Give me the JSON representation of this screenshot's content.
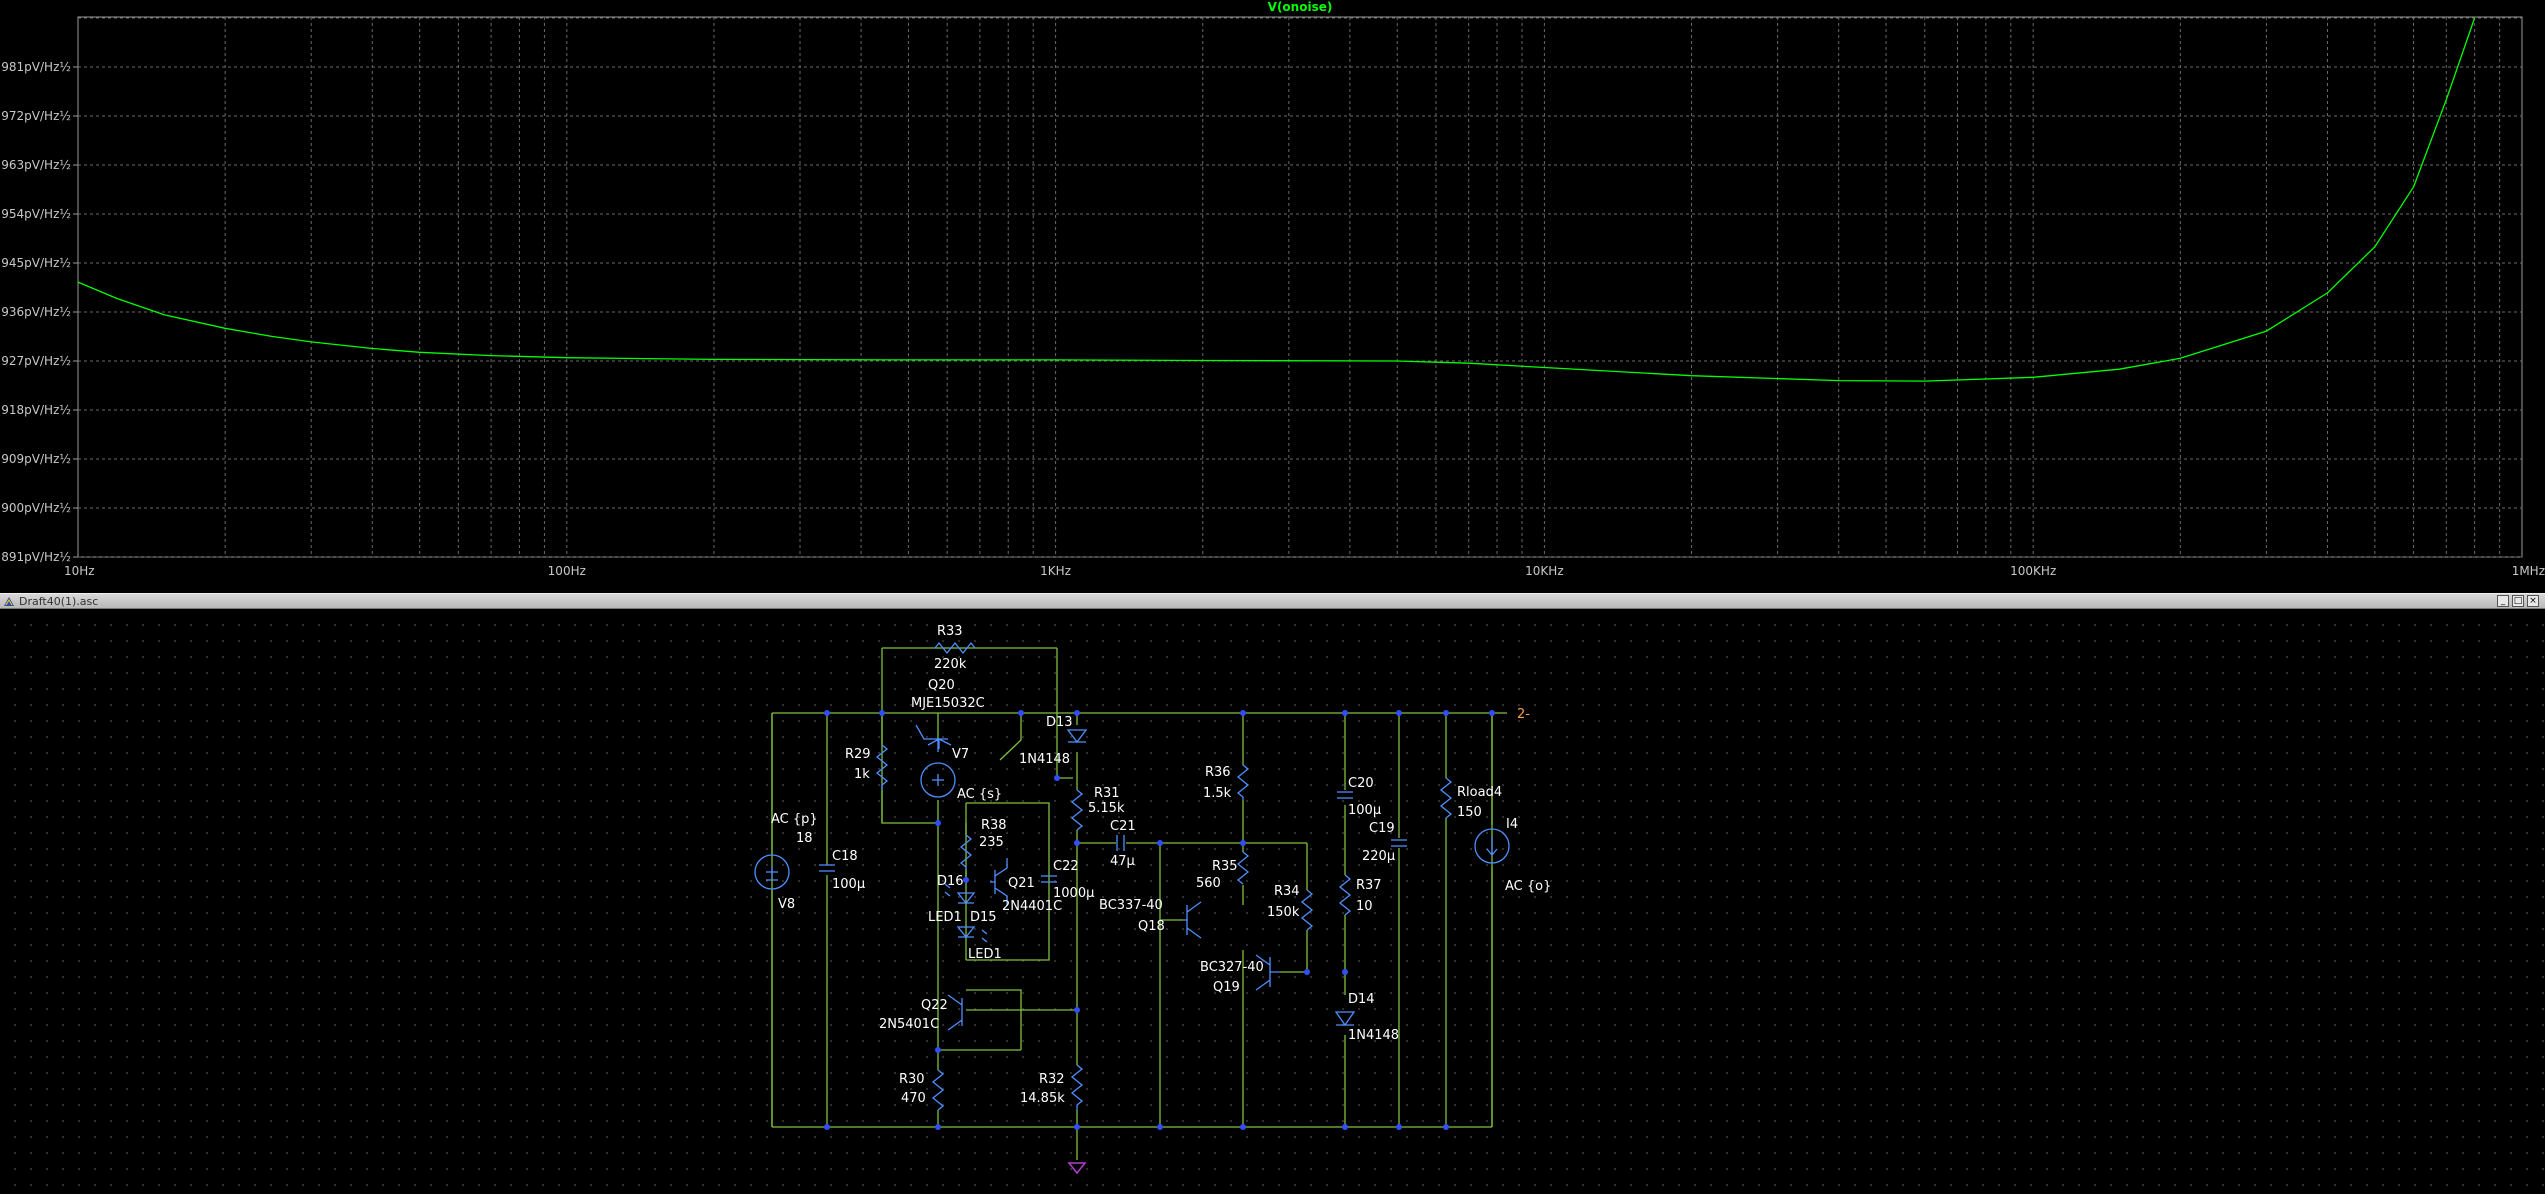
{
  "plot": {
    "trace_label": "V(onoise)",
    "y_ticks": [
      "981pV/Hz½",
      "972pV/Hz½",
      "963pV/Hz½",
      "954pV/Hz½",
      "945pV/Hz½",
      "936pV/Hz½",
      "927pV/Hz½",
      "918pV/Hz½",
      "909pV/Hz½",
      "900pV/Hz½",
      "891pV/Hz½"
    ],
    "x_ticks": [
      "10Hz",
      "100Hz",
      "1KHz",
      "10KHz",
      "100KHz",
      "1MHz"
    ],
    "colors": {
      "trace": "#00ff00",
      "grid": "#6a6a6a",
      "axis": "#9a9a9a",
      "text": "#c8c8c8"
    }
  },
  "chart_data": {
    "type": "line",
    "title": "V(onoise)",
    "xlabel": "",
    "ylabel": "",
    "x_scale": "log",
    "xlim": [
      10,
      1000000
    ],
    "ylim": [
      891,
      990
    ],
    "y_unit": "pV/Hz½",
    "grid": true,
    "series": [
      {
        "name": "V(onoise)",
        "color": "#00ff00",
        "x": [
          10,
          12,
          15,
          20,
          25,
          30,
          40,
          50,
          70,
          100,
          200,
          500,
          1000,
          2000,
          5000,
          7000,
          10000,
          20000,
          40000,
          60000,
          100000,
          150000,
          200000,
          300000,
          400000,
          500000,
          600000,
          700000,
          800000
        ],
        "y": [
          941.5,
          938.5,
          935.5,
          933.0,
          931.5,
          930.5,
          929.3,
          928.6,
          928.0,
          927.6,
          927.3,
          927.2,
          927.2,
          927.1,
          927.0,
          926.6,
          925.8,
          924.3,
          923.4,
          923.3,
          924.0,
          925.5,
          927.5,
          932.5,
          939.5,
          948.0,
          959.0,
          975.0,
          990.0
        ]
      }
    ]
  },
  "window": {
    "title": "Draft40(1).asc",
    "btn_min": "_",
    "btn_max": "□",
    "btn_close": "×"
  },
  "schematic": {
    "labels": {
      "r33_name": "R33",
      "r33_val": "220k",
      "q20_name": "Q20",
      "q20_val": "MJE15032C",
      "d13_name": "D13",
      "d13_val": "1N4148",
      "net_out": "2-",
      "r29_name": "R29",
      "r29_val": "1k",
      "v7_name": "V7",
      "v7_val": "AC {s}",
      "r31_name": "R31",
      "r31_val": "5.15k",
      "r36_name": "R36",
      "r36_val": "1.5k",
      "c20_name": "C20",
      "c20_val": "100µ",
      "rload_name": "Rload4",
      "rload_val": "150",
      "v8_val1": "AC {p}",
      "v8_val2": "18",
      "v8_name": "V8",
      "c18_name": "C18",
      "c18_val": "100µ",
      "r38_name": "R38",
      "r38_val": "235",
      "c21_name": "C21",
      "c21_val": "47µ",
      "c19_name": "C19",
      "c19_val": "220µ",
      "i4_name": "I4",
      "i4_val": "AC {o}",
      "q21_name": "Q21",
      "q21_val": "2N4401C",
      "c22_name": "C22",
      "c22_val": "1000µ",
      "r35_name": "R35",
      "r35_val": "560",
      "r37_name": "R37",
      "r37_val": "10",
      "d16_name": "D16",
      "d16_val": "LED1",
      "d15_name": "D15",
      "d15_val": "LED1",
      "q18_val": "BC337-40",
      "q18_name": "Q18",
      "r34_name": "R34",
      "r34_val": "150k",
      "q19_val": "BC327-40",
      "q19_name": "Q19",
      "d14_name": "D14",
      "d14_val": "1N4148",
      "q22_name": "Q22",
      "q22_val": "2N5401C",
      "r30_name": "R30",
      "r30_val": "470",
      "r32_name": "R32",
      "r32_val": "14.85k"
    },
    "colors": {
      "wire": "#7fbf3f",
      "component": "#4f8fff",
      "text": "#ffffff",
      "net": "#ff9f3f",
      "ground": "#b040d0"
    }
  }
}
